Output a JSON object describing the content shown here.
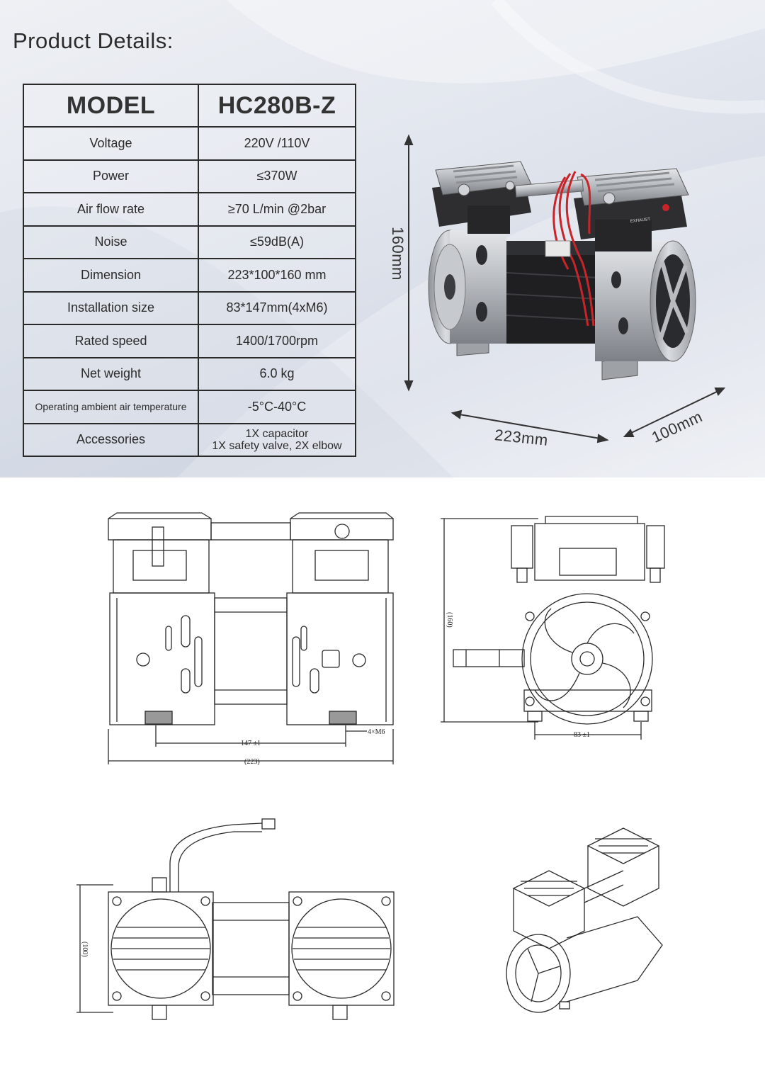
{
  "page_title": "Product Details:",
  "table": {
    "header": {
      "label": "MODEL",
      "value": "HC280B-Z"
    },
    "rows": [
      {
        "label": "Voltage",
        "value": "220V /110V"
      },
      {
        "label": "Power",
        "value": "≤370W"
      },
      {
        "label": "Air flow rate",
        "value": "≥70 L/min @2bar"
      },
      {
        "label": "Noise",
        "value": "≤59dB(A)"
      },
      {
        "label": "Dimension",
        "value": "223*100*160 mm"
      },
      {
        "label": "Installation size",
        "value": "83*147mm(4xM6)"
      },
      {
        "label": "Rated speed",
        "value": "1400/1700rpm"
      },
      {
        "label": "Net weight",
        "value": "6.0 kg"
      },
      {
        "label": "Operating ambient air temperature",
        "value": "-5°C-40°C"
      },
      {
        "label": "Accessories",
        "value_line1": "1X capacitor",
        "value_line2": "1X safety valve, 2X elbow"
      }
    ]
  },
  "photo_dimensions": {
    "height": "160mm",
    "length": "223mm",
    "width": "100mm"
  },
  "photo_labels": {
    "exhaust": "EXHAUST"
  },
  "drawing_labels": {
    "front_mount_spacing": "147 ±1",
    "front_overall_length": "(223)",
    "front_thread": "4×M6",
    "side_height": "(160)",
    "side_mount_spacing": "83 ±1",
    "top_width": "(100)"
  },
  "colors": {
    "metal": "#b9bdc2",
    "dark_plastic": "#2e2e30",
    "wire_red": "#c8242a",
    "line": "#2a2a2a"
  }
}
